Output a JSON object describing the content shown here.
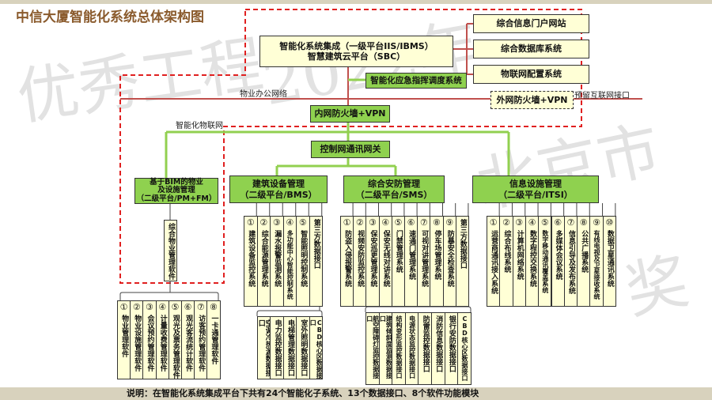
{
  "title": "中信大厦智能化系统总体架构图",
  "watermark": [
    "优秀工程",
    "2022年",
    "北京市",
    "奖"
  ],
  "top": {
    "ibms_line1": "智能化系统集成（一级平台IIS/IBMS）",
    "ibms_line2": "智慧建筑云平台（SBC）",
    "right_boxes": [
      "综合信息门户网站",
      "综合数据库系统",
      "物联网配置系统"
    ],
    "emergency": "智能化应急指挥调度系统",
    "office_network": "物业办公网络",
    "external_firewall": "外网防火墙+VPN",
    "internet_port": "预留互联网接口",
    "internal_firewall": "内网防火墙+VPN",
    "iot_network": "智能化物联网",
    "gateway": "控制网通讯网关"
  },
  "platforms": {
    "bim": [
      "基于BIM的物业",
      "及设施管理",
      "（二级平台/PM+FM）"
    ],
    "bms": [
      "建筑设备管理",
      "（二级平台/BMS）"
    ],
    "sms": [
      "综合安防管理",
      "（二级平台/SMS）"
    ],
    "itsi": [
      "信息设施管理",
      "（二级平台/ITSI）"
    ]
  },
  "groups": {
    "bim_software": [
      {
        "n": "",
        "t": "综合物业管理软件"
      }
    ],
    "property_software": [
      {
        "n": "①",
        "t": "物业管理软件"
      },
      {
        "n": "②",
        "t": "物业设施管理软件"
      },
      {
        "n": "③",
        "t": "会议预约管理软件"
      },
      {
        "n": "④",
        "t": "计量收费管理软件"
      },
      {
        "n": "⑤",
        "t": "观光及票务管理软件"
      },
      {
        "n": "⑥",
        "t": "观光客流统计软件"
      },
      {
        "n": "⑦",
        "t": "访客预约管理软件"
      },
      {
        "n": "⑧",
        "t": "一卡通管理软件"
      }
    ],
    "bms_systems": [
      {
        "n": "①",
        "t": "建筑设备监控系统"
      },
      {
        "n": "②",
        "t": "综合能源管理系统"
      },
      {
        "n": "③",
        "t": "漏水报警监测系统"
      },
      {
        "n": "④",
        "t": "多功能中心智能控制系统"
      },
      {
        "n": "⑤",
        "t": "智能照明控制系统"
      },
      {
        "n": "",
        "t": "第三方数据接口"
      }
    ],
    "bms_interfaces": [
      {
        "n": "",
        "t": "空调冷热源数据接口"
      },
      {
        "n": "",
        "t": "电力监控数据接口"
      },
      {
        "n": "",
        "t": "电梯管理数据接口"
      },
      {
        "n": "",
        "t": "室外照明数据接口"
      },
      {
        "n": "",
        "t": "CBD核心区数据接口"
      }
    ],
    "sms_systems": [
      {
        "n": "①",
        "t": "防盗入侵报警系统"
      },
      {
        "n": "②",
        "t": "视频安防监控系统"
      },
      {
        "n": "③",
        "t": "保安巡更管理系统"
      },
      {
        "n": "④",
        "t": "保安无线对讲系统"
      },
      {
        "n": "⑤",
        "t": "门禁管理系统"
      },
      {
        "n": "⑥",
        "t": "速通门管理系统"
      },
      {
        "n": "⑦",
        "t": "可视对讲管理系统"
      },
      {
        "n": "⑧",
        "t": "停车场管理系统"
      },
      {
        "n": "⑨",
        "t": "防暴安全检查系统"
      },
      {
        "n": "",
        "t": "第三方数据接口"
      }
    ],
    "sms_interfaces": [
      {
        "n": "",
        "t": "航空障碍灯监控数据接口"
      },
      {
        "n": "",
        "t": "建筑倾斜度监测数据接口"
      },
      {
        "n": "",
        "t": "结构变形监控数据接口"
      },
      {
        "n": "",
        "t": "电源状态监控数据接口"
      },
      {
        "n": "",
        "t": "防雷监控数据接口"
      },
      {
        "n": "",
        "t": "消防信息数据接口"
      },
      {
        "n": "",
        "t": "银行安防数据接口"
      },
      {
        "n": "",
        "t": "CBD核心区数据接口"
      }
    ],
    "itsi_systems": [
      {
        "n": "①",
        "t": "运营商通讯接入系统"
      },
      {
        "n": "②",
        "t": "综合布线系统"
      },
      {
        "n": "③",
        "t": "计算机网络系统"
      },
      {
        "n": "④",
        "t": "数字程控交换系统"
      },
      {
        "n": "⑤",
        "t": "数字移动通讯覆盖系统"
      },
      {
        "n": "⑥",
        "t": "多媒体会议系统"
      },
      {
        "n": "⑦",
        "t": "信息引导及发布系统"
      },
      {
        "n": "⑧",
        "t": "公共广播系统"
      },
      {
        "n": "⑨",
        "t": "有线电视及卫星接收系统"
      },
      {
        "n": "⑩",
        "t": "数据卫星通讯系统"
      }
    ]
  },
  "footer": "说明：在智能化系统集成平台下共有24个智能化子系统、13个数据接口、8个软件功能模块",
  "colors": {
    "title": "#8a5a2c",
    "red_line": "#c0504d",
    "dash": "#e02020",
    "green_line": "#92d050",
    "box_green": "#8fd14f",
    "box_cream": "#ffffd6"
  }
}
